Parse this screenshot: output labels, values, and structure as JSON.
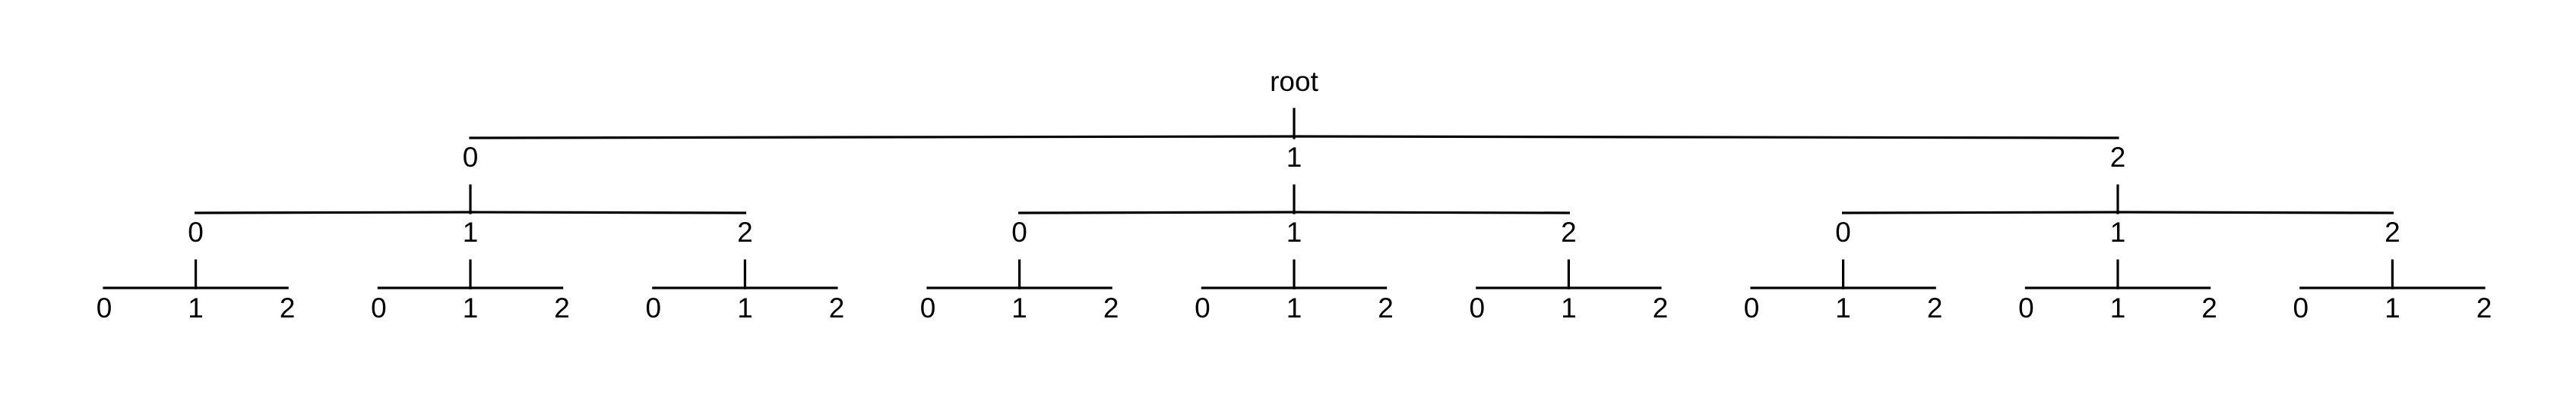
{
  "colors": {
    "line": "#000000",
    "text": "#000000",
    "highlight": "#cc0000"
  },
  "tree": {
    "label": "root",
    "children": [
      {
        "label": "0",
        "children": [
          {
            "label": "0",
            "children": [
              {
                "label": "0"
              },
              {
                "label": "1"
              },
              {
                "label": "2"
              }
            ]
          },
          {
            "label": "1",
            "children": [
              {
                "label": "0"
              },
              {
                "label": "1"
              },
              {
                "label": "2"
              }
            ]
          },
          {
            "label": "2",
            "children": [
              {
                "label": "0"
              },
              {
                "label": "1"
              },
              {
                "label": "2"
              }
            ]
          }
        ]
      },
      {
        "label": "1",
        "highlighted": true,
        "children": [
          {
            "label": "0",
            "highlighted": true,
            "children": [
              {
                "label": "0",
                "highlighted": true
              },
              {
                "label": "1"
              },
              {
                "label": "2"
              }
            ]
          },
          {
            "label": "1",
            "children": [
              {
                "label": "0"
              },
              {
                "label": "1"
              },
              {
                "label": "2"
              }
            ]
          },
          {
            "label": "2",
            "children": [
              {
                "label": "0"
              },
              {
                "label": "1"
              },
              {
                "label": "2"
              }
            ]
          }
        ]
      },
      {
        "label": "2",
        "children": [
          {
            "label": "0",
            "children": [
              {
                "label": "0"
              },
              {
                "label": "1"
              },
              {
                "label": "2"
              }
            ]
          },
          {
            "label": "1",
            "children": [
              {
                "label": "0"
              },
              {
                "label": "1"
              },
              {
                "label": "2"
              }
            ]
          },
          {
            "label": "2",
            "children": [
              {
                "label": "0"
              },
              {
                "label": "1"
              },
              {
                "label": "2"
              }
            ]
          }
        ]
      }
    ]
  }
}
